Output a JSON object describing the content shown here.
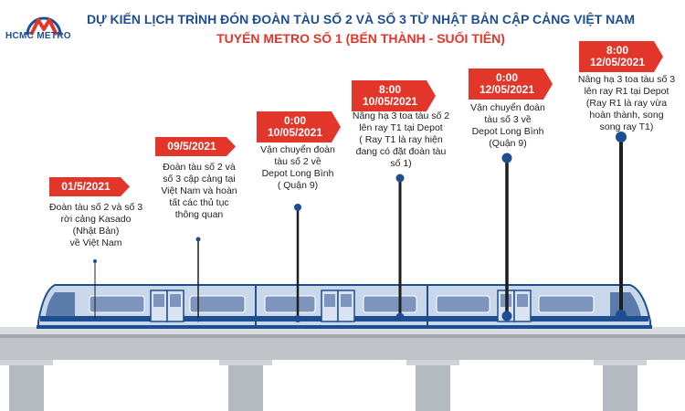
{
  "brand": {
    "name": "HCMC METRO",
    "blue": "#1d4e8f",
    "red": "#e2362a"
  },
  "title": {
    "line1": "DỰ KIẾN LỊCH TRÌNH ĐÓN ĐOÀN TÀU SỐ 2 VÀ SỐ 3 TỪ NHẬT BẢN CẬP CẢNG VIỆT NAM",
    "line2": "TUYẾN METRO SỐ 1 (BẾN THÀNH - SUỐI TIÊN)"
  },
  "events": [
    {
      "time": "",
      "date": "01/5/2021",
      "lines": [
        "Đoàn tàu số 2 và số 3",
        "rời cảng Kasado",
        "(Nhật Bản)",
        "về Việt Nam"
      ]
    },
    {
      "time": "",
      "date": "09/5/2021",
      "lines": [
        "Đoàn tàu số 2 và",
        "số 3 cập cảng tại",
        "Việt Nam và hoàn",
        "tất các thủ tục",
        "thông quan"
      ]
    },
    {
      "time": "0:00",
      "date": "10/05/2021",
      "lines": [
        "Vận chuyển đoàn",
        "tàu số 2 về",
        "Depot Long Bình",
        "( Quận 9)"
      ]
    },
    {
      "time": "8:00",
      "date": "10/05/2021",
      "lines": [
        "Nâng hạ 3 toa tàu số 2",
        "lên ray T1 tại Depot",
        "( Ray T1 là ray hiện",
        "đang có đặt đoàn tàu",
        "số 1)"
      ]
    },
    {
      "time": "0:00",
      "date": "12/05/2021",
      "lines": [
        "Vận chuyển đoàn",
        "tàu số 3 về",
        "Depot Long Bình",
        "(Quận 9)"
      ]
    },
    {
      "time": "8:00",
      "date": "12/05/2021",
      "lines": [
        "Nâng hạ 3 toa tàu số 3",
        "lên ray R1 tại Depot",
        "(Ray R1 là ray vừa",
        "hoàn thành, song",
        "song ray T1)"
      ]
    }
  ]
}
